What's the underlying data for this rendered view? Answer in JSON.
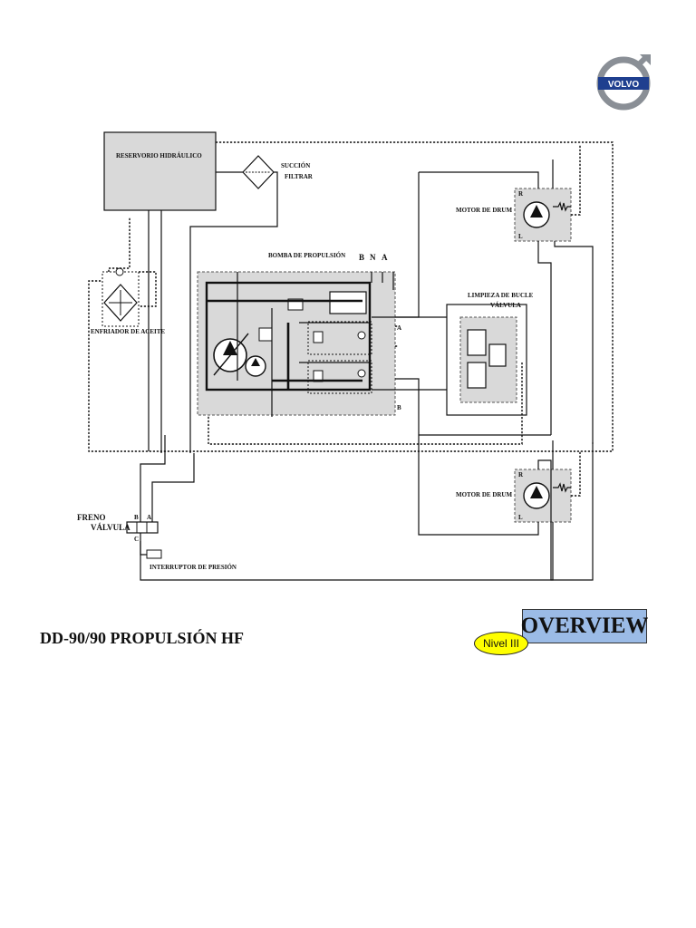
{
  "logo": {
    "text": "VOLVO",
    "brand_color": "#1f3f8f"
  },
  "diagram": {
    "reservoir": "RESERVORIO HIDRÁULICO",
    "suction_filter": [
      "SUCCIÓN",
      "FILTRAR"
    ],
    "oil_cooler": "ENFRIADOR DE ACEITE",
    "pump": "BOMBA DE PROPULSIÓN",
    "pump_ports": [
      "B",
      "N",
      "A"
    ],
    "port_a": "A",
    "port_b": "B",
    "loop_flush": [
      "LIMPIEZA DE BUCLE",
      "VÁLVULA"
    ],
    "motor_upper": "MOTOR DE DRUM",
    "motor_lower": "MOTOR DE DRUM",
    "motor_port_r": "R",
    "motor_port_l": "L",
    "brake_valve": [
      "FRENO",
      "VÁLVULA"
    ],
    "brake_ports": [
      "B",
      "A",
      "C"
    ],
    "pressure_switch": "INTERRUPTOR DE PRESIÓN"
  },
  "footer": {
    "title": "DD-90/90 PROPULSIÓN HF",
    "overview": "OVERVIEW",
    "level": "Nivel III",
    "overview_color": "#9bbbe6",
    "level_color": "#ffff00"
  }
}
